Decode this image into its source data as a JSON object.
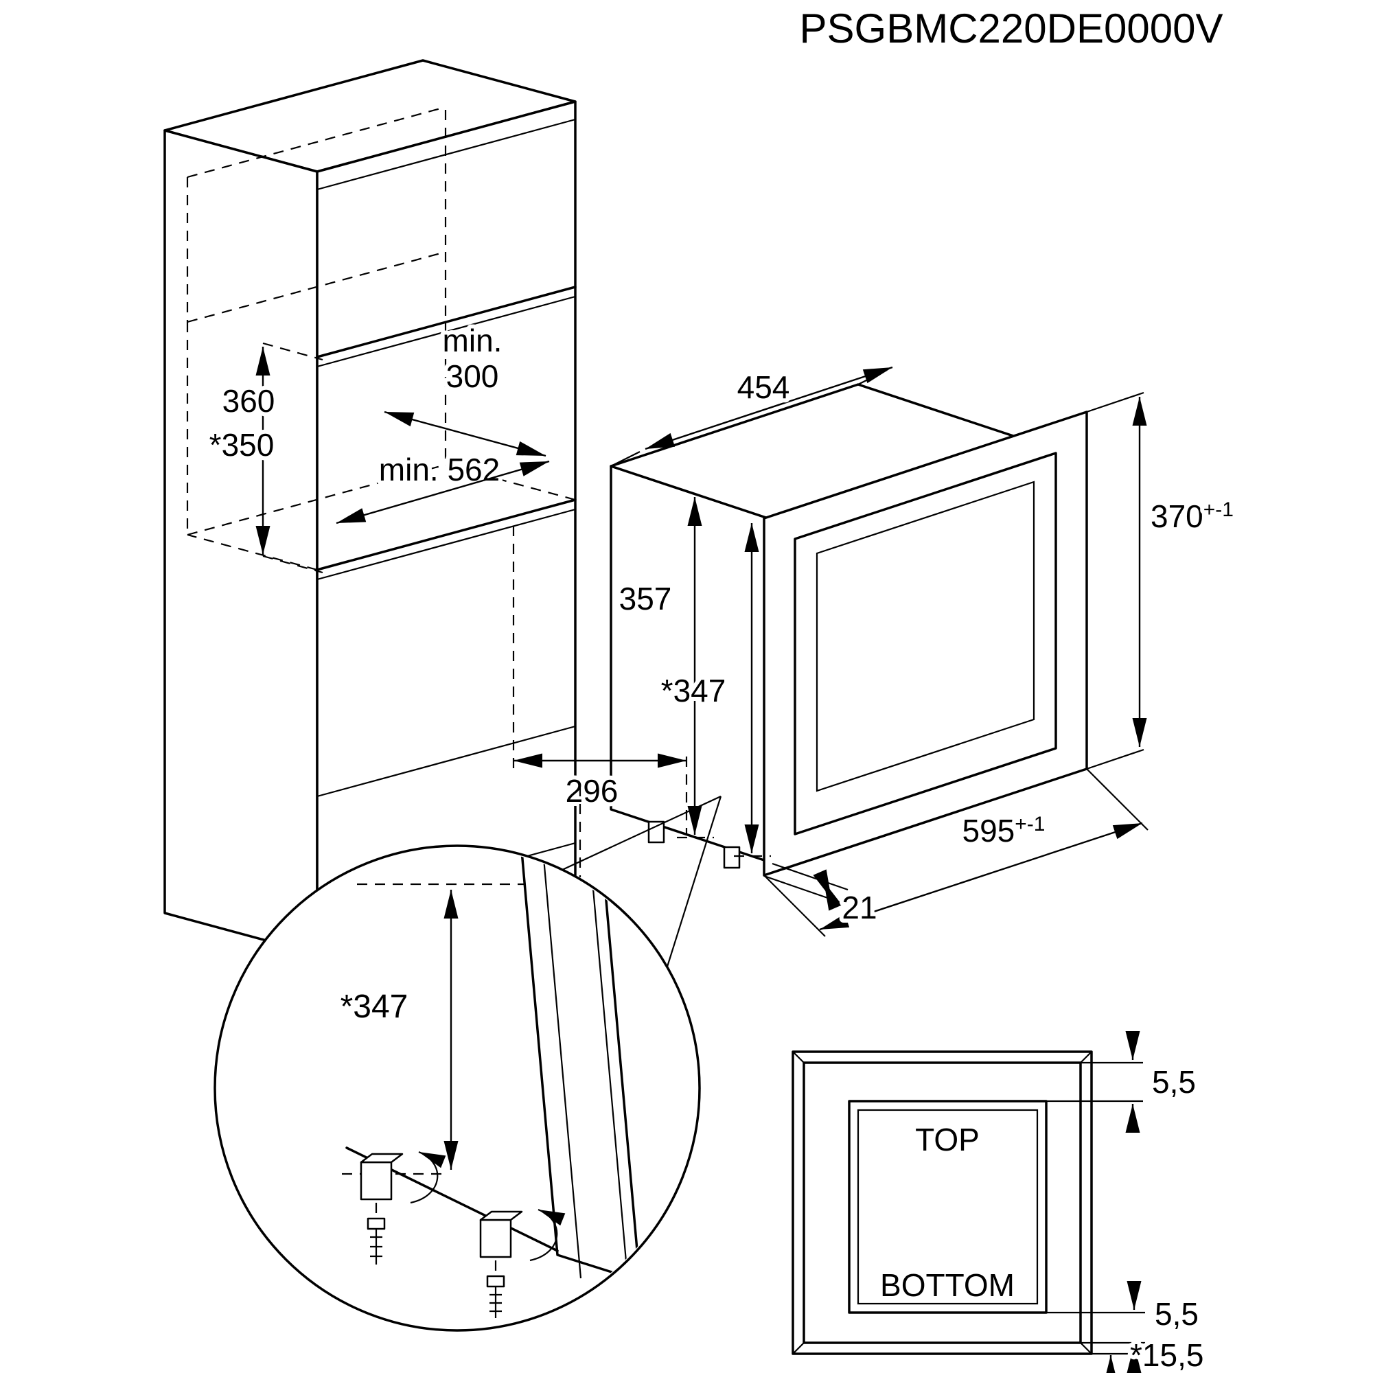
{
  "title": "PSGBMC220DE0000V",
  "cabinet": {
    "niche_depth_min_line1": "min.",
    "niche_depth_min_line2": "300",
    "niche_width_min": "min. 562",
    "niche_height": "360",
    "niche_height_alt": "*350"
  },
  "oven": {
    "body_width": "454",
    "body_height": "357",
    "body_height_alt": "*347",
    "front_height": "370",
    "front_height_tol": "+-1",
    "front_width": "595",
    "front_width_tol": "+-1",
    "rear_clearance": "296",
    "front_overhang": "21"
  },
  "detail_circle": {
    "fixing_height": "*347"
  },
  "front_view": {
    "top": "TOP",
    "bottom": "BOTTOM",
    "overlap_top": "5,5",
    "overlap_bottom": "5,5",
    "overlap_bottom_total": "*15,5"
  },
  "colors": {
    "line": "#000000",
    "background": "#ffffff"
  }
}
